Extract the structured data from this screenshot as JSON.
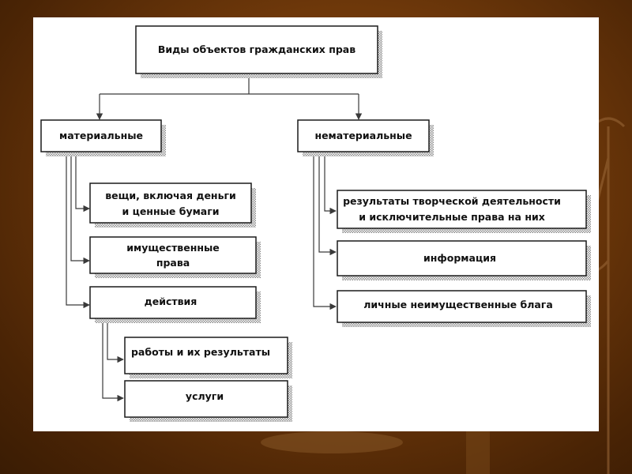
{
  "diagram": {
    "root": "Виды объектов гражданских прав",
    "material": {
      "label": "материальные",
      "children": [
        [
          "вещи, включая деньги",
          "и ценные бумаги"
        ],
        [
          "имущественные",
          "права"
        ],
        [
          "действия"
        ]
      ],
      "actions": [
        [
          "работы и их результаты"
        ],
        [
          "услуги"
        ]
      ]
    },
    "nonmaterial": {
      "label": "нематериальные",
      "children": [
        [
          "результаты творческой деятельности",
          "и исключительные права на них"
        ],
        [
          "информация"
        ],
        [
          "личные неимущественные блага"
        ]
      ]
    }
  },
  "colors": {
    "background": "#6e380a",
    "slide": "#ffffff",
    "box_fill": "#ffffff",
    "box_border": "#1a1a1a",
    "shadow": "#9a9a9a",
    "connector": "#3a3a3a"
  }
}
